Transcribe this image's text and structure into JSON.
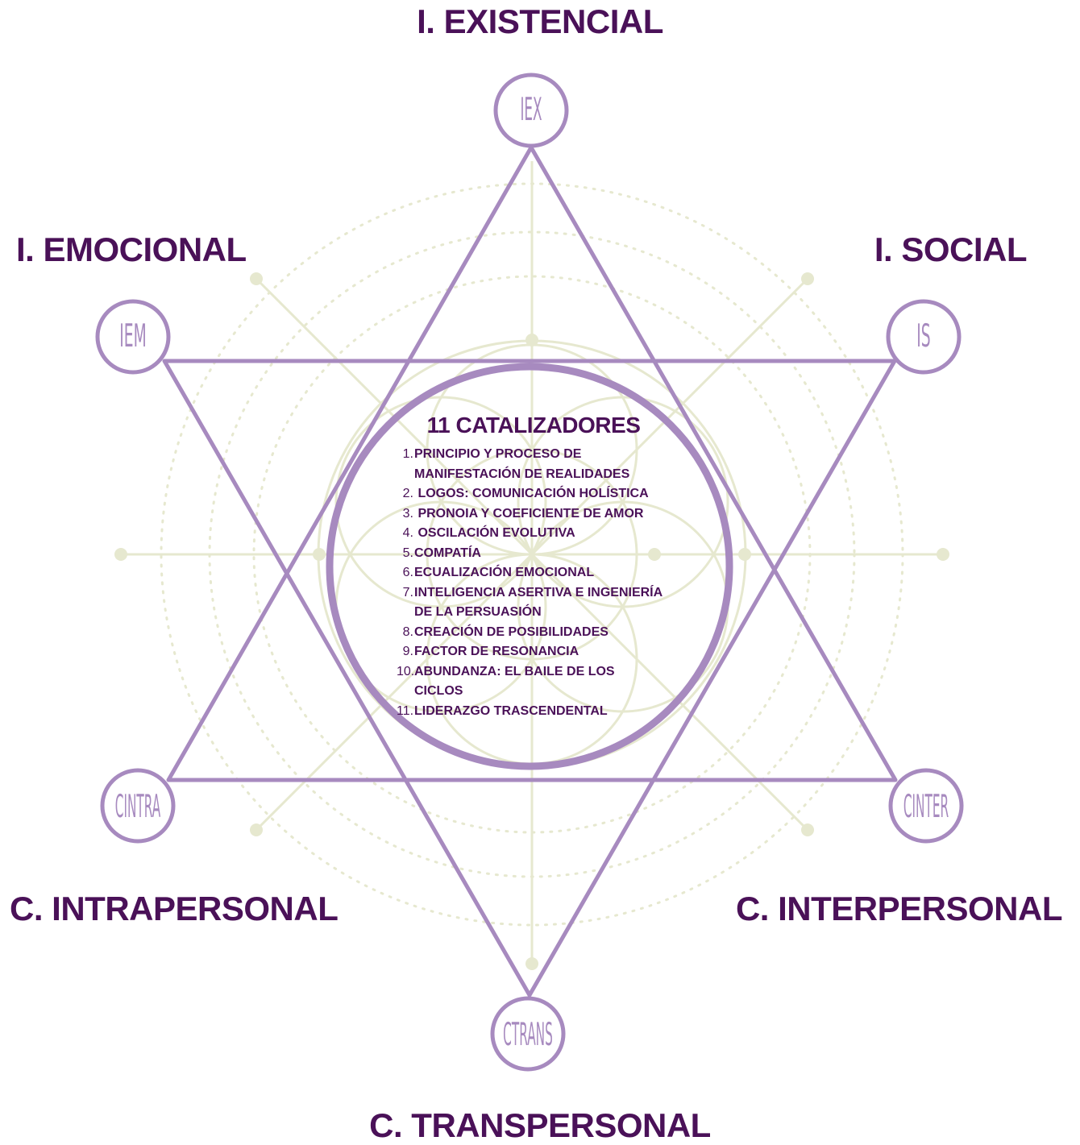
{
  "labels": {
    "top": "I. EXISTENCIAL",
    "top_left": "I. EMOCIONAL",
    "top_right": "I. SOCIAL",
    "bottom_left": "C. INTRAPERSONAL",
    "bottom_right": "C. INTERPERSONAL",
    "bottom": "C. TRANSPERSONAL"
  },
  "nodes": {
    "top": "IEX",
    "top_left": "IEM",
    "top_right": "IS",
    "bottom_left": "CINTRA",
    "bottom_right": "CINTER",
    "bottom": "CTRANS"
  },
  "center": {
    "title": "11 CATALIZADORES",
    "items": [
      {
        "num": "1.",
        "text": "PRINCIPIO Y PROCESO DE MANIFESTACIÓN DE REALIDADES"
      },
      {
        "num": "2.",
        "text": " LOGOS: COMUNICACIÓN HOLÍSTICA"
      },
      {
        "num": "3.",
        "text": " PRONOIA Y COEFICIENTE DE AMOR"
      },
      {
        "num": "4.",
        "text": " OSCILACIÓN EVOLUTIVA"
      },
      {
        "num": "5.",
        "text": "COMPATÍA"
      },
      {
        "num": "6.",
        "text": "ECUALIZACIÓN EMOCIONAL"
      },
      {
        "num": "7.",
        "text": "INTELIGENCIA ASERTIVA E INGENIERÍA DE LA PERSUASIÓN"
      },
      {
        "num": "8.",
        "text": "CREACIÓN DE POSIBILIDADES"
      },
      {
        "num": "9.",
        "text": "FACTOR DE RESONANCIA"
      },
      {
        "num": "10.",
        "text": "ABUNDANZA: EL BAILE DE LOS CICLOS"
      },
      {
        "num": "11.",
        "text": "LIDERAZGO TRASCENDENTAL"
      }
    ]
  },
  "colors": {
    "label_text": "#4a1158",
    "star_stroke": "#a78abf",
    "background_pattern": "#e6e8cf"
  }
}
